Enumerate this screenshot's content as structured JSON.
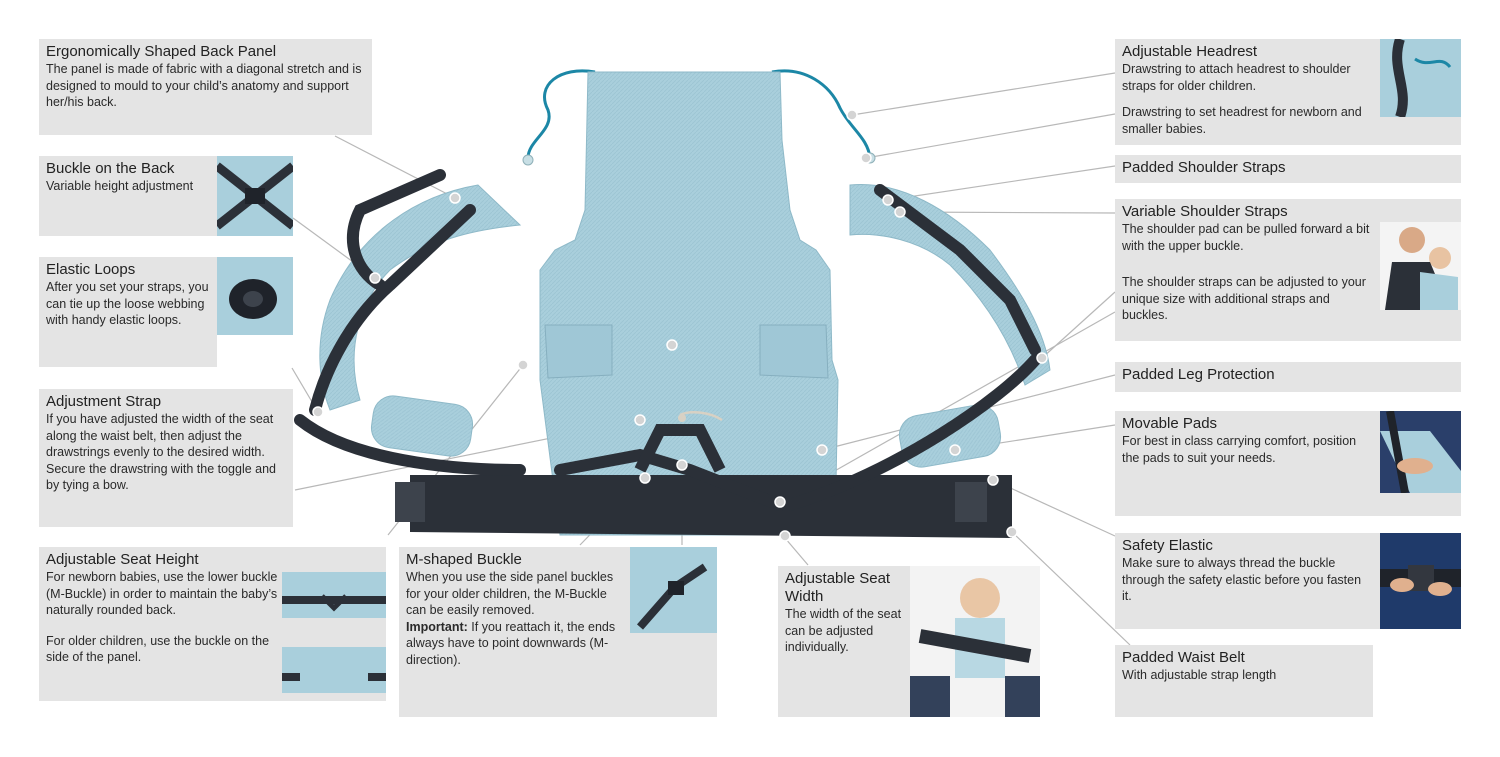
{
  "labels": {
    "back_panel": {
      "title": "Ergonomically Shaped Back Panel",
      "text": "The panel is made of fabric with a diagonal stretch and is designed to mould to your child’s anatomy and support her/his back."
    },
    "buckle_back": {
      "title": "Buckle on the Back",
      "text": "Variable height adjustment"
    },
    "elastic_loops": {
      "title": "Elastic Loops",
      "text": "After you set your straps, you can tie up the loose webbing with handy elastic loops."
    },
    "adjustment_strap": {
      "title": "Adjustment Strap",
      "text": "If you have adjusted the width of the seat along the waist belt, then adjust the drawstrings evenly to the desired width. Secure the drawstring with the toggle and by tying a bow."
    },
    "seat_height": {
      "title": "Adjustable Seat Height",
      "text1": "For newborn babies, use the lower buckle (M-Buckle) in order to maintain the baby’s naturally rounded back.",
      "text2": "For older children, use the buckle on the side of the panel."
    },
    "m_buckle": {
      "title": "M-shaped Buckle",
      "text": "When you use the side panel buckles for your older children, the M-Buckle can be easily removed.",
      "important_label": "Important:",
      "important_text": " If you reattach it, the ends always have to point downwards (M-direction)."
    },
    "seat_width": {
      "title": "Adjustable Seat Width",
      "text": "The width of the seat can be adjusted individually."
    },
    "headrest": {
      "title": "Adjustable Headrest",
      "text1": "Drawstring to attach headrest to shoulder straps for older children.",
      "text2": "Drawstring to set headrest for newborn and smaller babies."
    },
    "padded_shoulder": {
      "title": "Padded Shoulder Straps"
    },
    "variable_shoulder": {
      "title": "Variable Shoulder Straps",
      "text1": "The shoulder pad can be pulled forward a bit with the upper buckle.",
      "text2": "The shoulder straps can be adjusted to your unique size with additional straps and buckles."
    },
    "leg_protection": {
      "title": "Padded Leg Protection"
    },
    "movable_pads": {
      "title": "Movable Pads",
      "text": "For best in class carrying comfort, position the pads to suit your needs."
    },
    "safety_elastic": {
      "title": "Safety Elastic",
      "text": "Make sure to always thread the buckle through the safety elastic before you fasten it."
    },
    "waist_belt": {
      "title": "Padded Waist Belt",
      "text": "With adjustable strap length"
    }
  },
  "colors": {
    "label_bg": "#e4e4e4",
    "fabric": "#a9cfdc",
    "webbing": "#2b3038",
    "drawstring": "#1c87a6",
    "leader": "#b5b5b5"
  }
}
